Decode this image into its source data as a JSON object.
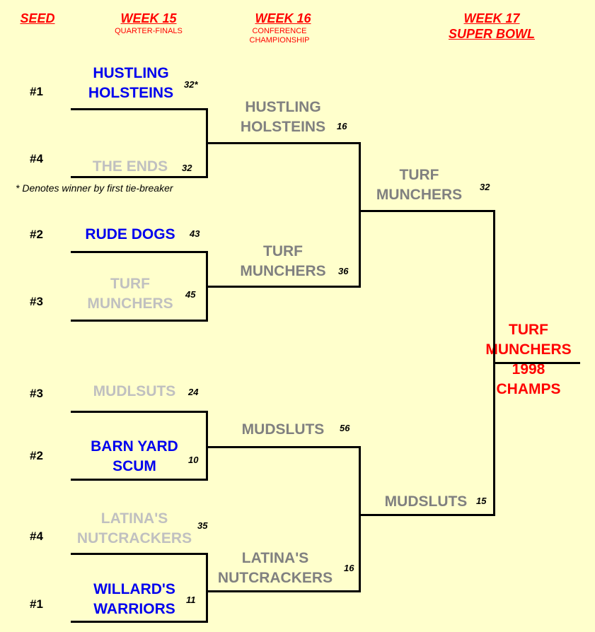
{
  "headers": {
    "seed": "SEED",
    "week15": {
      "title": "WEEK 15",
      "subtitle": "QUARTER-FINALS"
    },
    "week16": {
      "title": "WEEK 16",
      "subtitle_line1": "CONFERENCE",
      "subtitle_line2": "CHAMPIONSHIP"
    },
    "week17": {
      "title_line1": "WEEK 17",
      "title_line2": "SUPER BOWL"
    }
  },
  "footnote": "* Denotes winner by first tie-breaker",
  "colors": {
    "background": "#ffffcc",
    "header": "#ff0000",
    "winner": "#0000ee",
    "loser": "#c0c0c0",
    "advanced": "#808080",
    "champion": "#ff0000"
  },
  "quarterfinals": [
    {
      "seed": "#1",
      "team_line1": "HUSTLING",
      "team_line2": "HOLSTEINS",
      "score": "32*",
      "result": "winner"
    },
    {
      "seed": "#4",
      "team_line1": "THE ENDS",
      "score": "32",
      "result": "loser"
    },
    {
      "seed": "#2",
      "team_line1": "RUDE DOGS",
      "score": "43",
      "result": "loser"
    },
    {
      "seed": "#3",
      "team_line1": "TURF",
      "team_line2": "MUNCHERS",
      "score": "45",
      "result": "winner"
    },
    {
      "seed": "#3",
      "team_line1": "MUDLSUTS",
      "score": "24",
      "result": "winner"
    },
    {
      "seed": "#2",
      "team_line1": "BARN YARD",
      "team_line2": "SCUM",
      "score": "10",
      "result": "loser"
    },
    {
      "seed": "#4",
      "team_line1": "LATINA'S",
      "team_line2": "NUTCRACKERS",
      "score": "35",
      "result": "winner"
    },
    {
      "seed": "#1",
      "team_line1": "WILLARD'S",
      "team_line2": "WARRIORS",
      "score": "11",
      "result": "loser"
    }
  ],
  "conference": [
    {
      "team_line1": "HUSTLING",
      "team_line2": "HOLSTEINS",
      "score": "16"
    },
    {
      "team_line1": "TURF",
      "team_line2": "MUNCHERS",
      "score": "36"
    },
    {
      "team_line1": "MUDSLUTS",
      "score": "56"
    },
    {
      "team_line1": "LATINA'S",
      "team_line2": "NUTCRACKERS",
      "score": "16"
    }
  ],
  "superbowl": [
    {
      "team_line1": "TURF",
      "team_line2": "MUNCHERS",
      "score": "32"
    },
    {
      "team_line1": "MUDSLUTS",
      "score": "15"
    }
  ],
  "champion": {
    "line1": "TURF",
    "line2": "MUNCHERS",
    "line3": "1998",
    "line4": "CHAMPS"
  }
}
